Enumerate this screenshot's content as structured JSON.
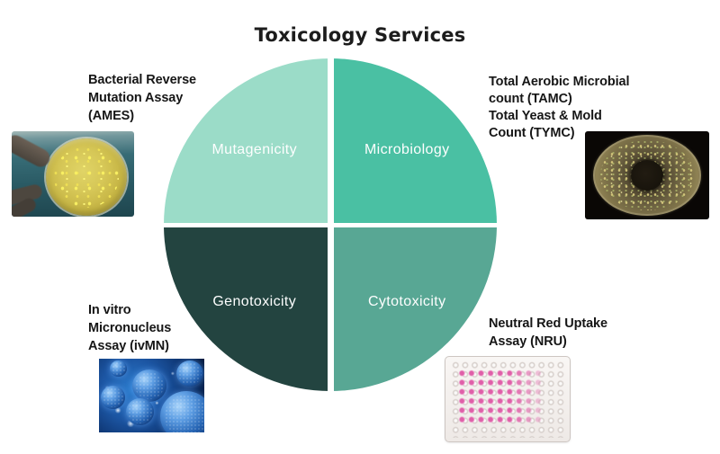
{
  "page": {
    "title": "Toxicology Services",
    "background_color": "#ffffff",
    "title_color": "#1c1c1c"
  },
  "wheel": {
    "label_text_color": "#fdfefe",
    "quadrants": [
      {
        "position": "top-left",
        "label": "Mutagenicity",
        "color": "#9bdcc8"
      },
      {
        "position": "top-right",
        "label": "Microbiology",
        "color": "#4ac0a3"
      },
      {
        "position": "bottom-left",
        "label": "Genotoxicity",
        "color": "#234440"
      },
      {
        "position": "bottom-right",
        "label": "Cytotoxicity",
        "color": "#58a794"
      }
    ]
  },
  "annotations": {
    "ames": {
      "lines": [
        "Bacterial Reverse",
        "Mutation Assay",
        "(AMES)"
      ],
      "photo": "hand-holding-yellow-agar-plate"
    },
    "tamc": {
      "lines": [
        "Total Aerobic Microbial",
        "count (TAMC)",
        "Total Yeast & Mold",
        "Count (TYMC)"
      ],
      "photo": "petri-dish-with-microbial-colonies"
    },
    "ivmn": {
      "lines": [
        "In vitro",
        "Micronucleus",
        "Assay (ivMN)"
      ],
      "photo": "fluorescent-blue-cells"
    },
    "nru": {
      "lines": [
        "Neutral Red Uptake",
        "Assay (NRU)"
      ],
      "photo": "96-well-plate-with-neutral-red"
    }
  }
}
